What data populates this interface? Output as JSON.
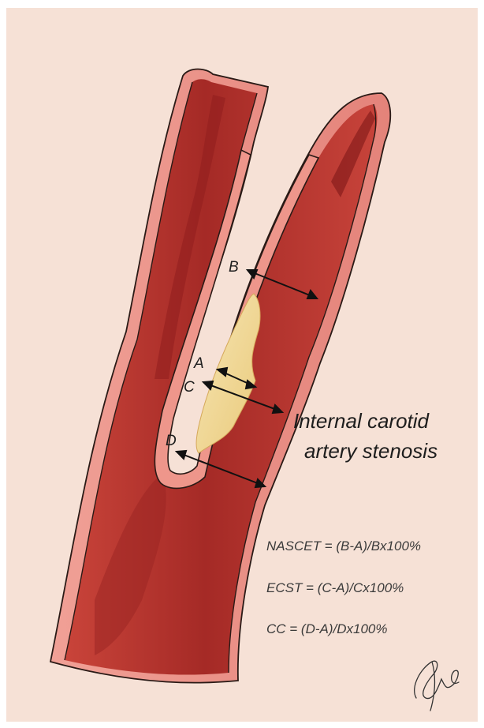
{
  "title": {
    "line1": "Internal carotid",
    "line2": "artery stenosis"
  },
  "labels": {
    "a": "A",
    "b": "B",
    "c": "C",
    "d": "D"
  },
  "formulas": [
    "NASCET = (B-A)/Bx100%",
    "ECST = (C-A)/Cx100%",
    "CC = (D-A)/Dx100%"
  ],
  "colors": {
    "background": "#f6e1d6",
    "vessel_wall": "#e98a80",
    "lumen_blood": "#b8322d",
    "lumen_dark": "#8f1d1d",
    "plaque": "#f3dc9c",
    "outline": "#2a1a16"
  },
  "signature_icon": "artist-signature"
}
